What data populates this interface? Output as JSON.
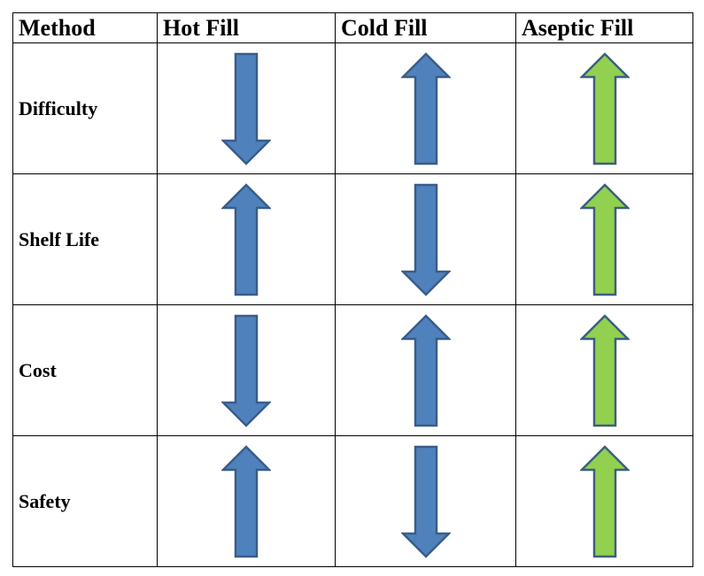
{
  "table": {
    "headers": [
      "Method",
      "Hot Fill",
      "Cold Fill",
      "Aseptic Fill"
    ],
    "rows": [
      {
        "label": "Difficulty",
        "arrows": [
          {
            "direction": "down",
            "color": "blue"
          },
          {
            "direction": "up",
            "color": "blue"
          },
          {
            "direction": "up",
            "color": "green"
          }
        ]
      },
      {
        "label": "Shelf Life",
        "arrows": [
          {
            "direction": "up",
            "color": "blue"
          },
          {
            "direction": "down",
            "color": "blue"
          },
          {
            "direction": "up",
            "color": "green"
          }
        ]
      },
      {
        "label": "Cost",
        "arrows": [
          {
            "direction": "down",
            "color": "blue"
          },
          {
            "direction": "up",
            "color": "blue"
          },
          {
            "direction": "up",
            "color": "green"
          }
        ]
      },
      {
        "label": "Safety",
        "arrows": [
          {
            "direction": "up",
            "color": "blue"
          },
          {
            "direction": "down",
            "color": "blue"
          },
          {
            "direction": "up",
            "color": "green"
          }
        ]
      }
    ]
  },
  "colors": {
    "blue_fill": "#4f81bd",
    "blue_stroke": "#385d8a",
    "green_fill": "#92d050",
    "green_stroke": "#3b5f7f",
    "grid": "#000000"
  },
  "icons": {
    "up": "arrow-up-icon",
    "down": "arrow-down-icon"
  }
}
